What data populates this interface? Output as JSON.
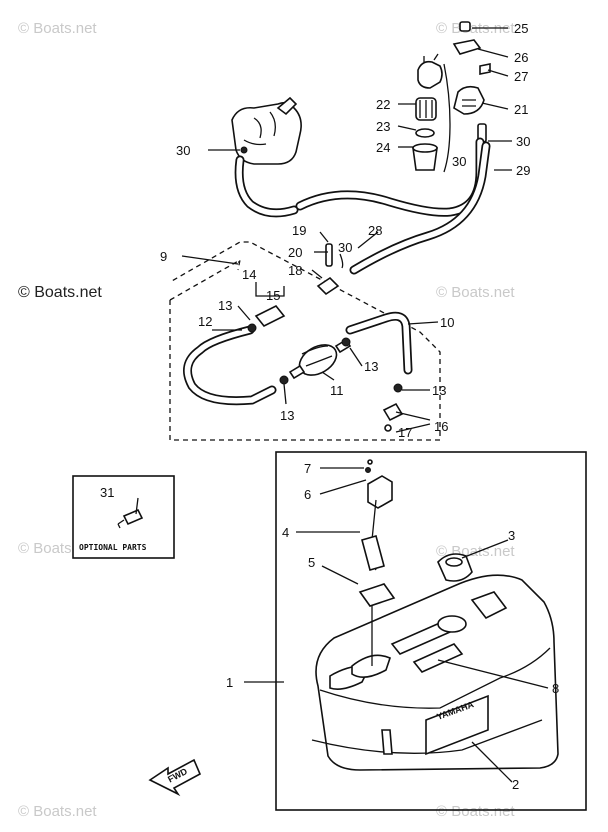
{
  "watermarks": {
    "top_left": "© Boats.net",
    "top_right": "© Boats.net",
    "mid_left": "© Boats.net",
    "mid_right": "© Boats.net",
    "lower_left": "© Boats.net",
    "lower_right": "© Boats.net",
    "bottom_left": "© Boats.net",
    "bottom_right": "© Boats.net"
  },
  "callouts": {
    "c1": "1",
    "c2": "2",
    "c3": "3",
    "c4": "4",
    "c5": "5",
    "c6": "6",
    "c7": "7",
    "c8": "8",
    "c9": "9",
    "c10": "10",
    "c11": "11",
    "c12": "12",
    "c13a": "13",
    "c13b": "13",
    "c13c": "13",
    "c13d": "13",
    "c14": "14",
    "c15": "15",
    "c16": "16",
    "c17": "17",
    "c18": "18",
    "c19": "19",
    "c20": "20",
    "c21": "21",
    "c22": "22",
    "c23": "23",
    "c24": "24",
    "c25": "25",
    "c26": "26",
    "c27": "27",
    "c28": "28",
    "c29": "29",
    "c30a": "30",
    "c30b": "30",
    "c30c": "30",
    "c30d": "30",
    "c31": "31"
  },
  "optional_parts_label": "OPTIONAL PARTS",
  "fwd_label": "FWD",
  "tank_brand": "YAMAHA"
}
